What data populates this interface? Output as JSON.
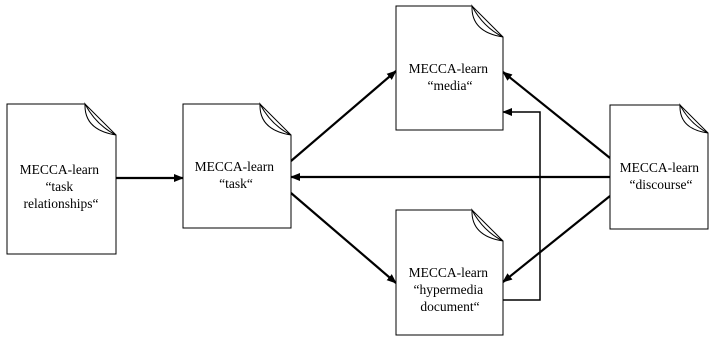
{
  "colors": {
    "stroke": "#000000",
    "fill": "#ffffff",
    "background": "#ffffff"
  },
  "documents": {
    "task_relationships": {
      "icon": "document-icon",
      "lines": [
        "MECCA-learn",
        "“task",
        "relationships“"
      ]
    },
    "task": {
      "icon": "document-icon",
      "lines": [
        "MECCA-learn",
        "“task“"
      ]
    },
    "media": {
      "icon": "document-icon",
      "lines": [
        "MECCA-learn",
        "“media“"
      ]
    },
    "hypermedia_document": {
      "icon": "document-icon",
      "lines": [
        "MECCA-learn",
        "“hypermedia",
        "document“"
      ]
    },
    "discourse": {
      "icon": "document-icon",
      "lines": [
        "MECCA-learn",
        "“discourse“"
      ]
    }
  }
}
